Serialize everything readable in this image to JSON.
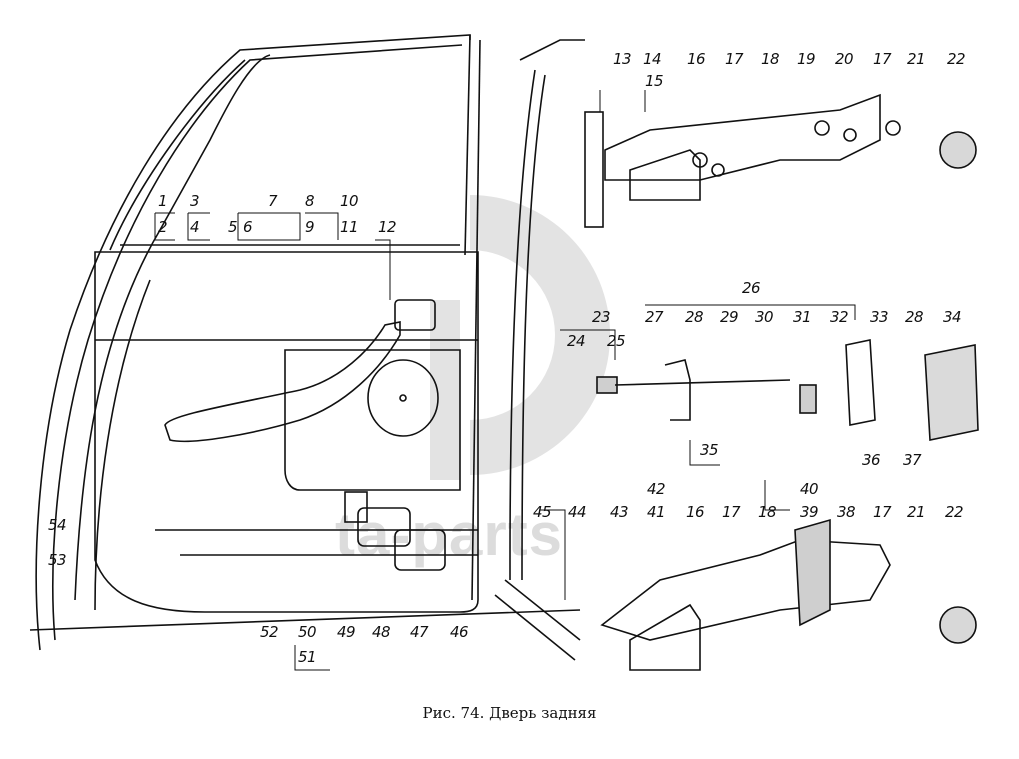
{
  "figure": {
    "caption": "Рис. 74. Дверь задняя",
    "watermark_text": "ta-parts"
  },
  "callouts": {
    "door_panel": [
      "1",
      "2",
      "3",
      "4",
      "5",
      "6",
      "7",
      "8",
      "9",
      "10",
      "11",
      "12"
    ],
    "upper_hinge": [
      "13",
      "14",
      "15",
      "16",
      "17",
      "18",
      "19",
      "20",
      "17",
      "21",
      "22"
    ],
    "door_check": [
      "23",
      "24",
      "25",
      "26",
      "27",
      "28",
      "29",
      "30",
      "31",
      "32",
      "33",
      "28",
      "34",
      "35",
      "36",
      "37"
    ],
    "lower_hinge": [
      "38",
      "39",
      "40",
      "41",
      "42",
      "43",
      "44",
      "45",
      "16",
      "17",
      "18",
      "17",
      "21",
      "22"
    ],
    "door_bottom": [
      "46",
      "47",
      "48",
      "49",
      "50",
      "51",
      "52",
      "53",
      "54"
    ]
  }
}
